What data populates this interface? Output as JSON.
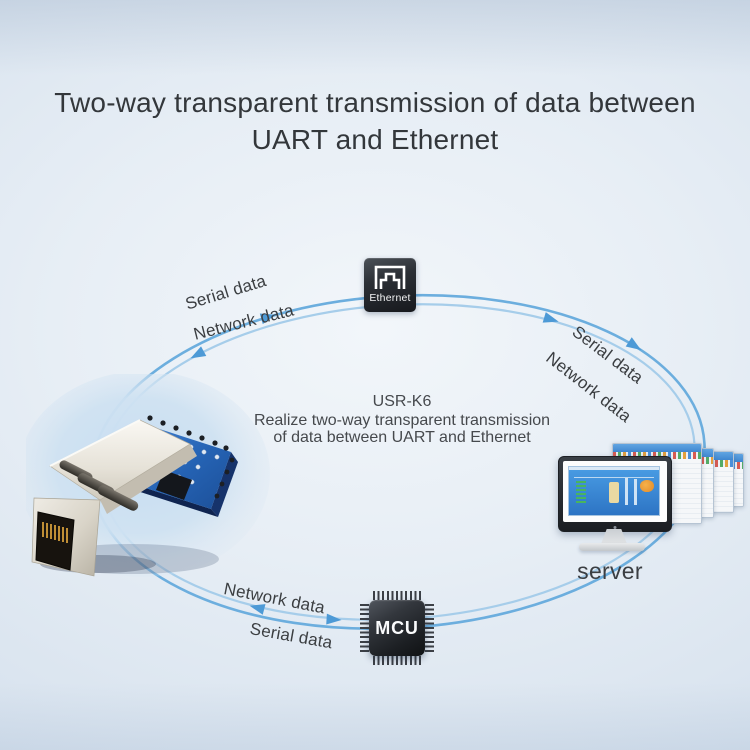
{
  "title": {
    "line1": "Two-way transparent transmission of data between",
    "line2": "UART and Ethernet"
  },
  "center_caption": {
    "model": "USR-K6",
    "line1": "Realize two-way transparent transmission",
    "line2": "of data between UART and Ethernet"
  },
  "nodes": {
    "ethernet": {
      "label": "Ethernet"
    },
    "mcu": {
      "label": "MCU"
    },
    "server": {
      "label": "server"
    },
    "module": {
      "description": "USR-K6 RJ45 module photo"
    }
  },
  "flow_labels": {
    "top_left_outer": "Serial data",
    "top_left_inner": "Network data",
    "top_right_outer": "Serial data",
    "top_right_inner": "Network data",
    "bottom_left_outer": "Network data",
    "bottom_left_inner": "Serial data"
  },
  "icons": [
    "rj45-port-icon",
    "mcu-chip-icon",
    "server-monitor-icon",
    "flow-arrow-icon"
  ],
  "colors": {
    "arc_primary": "#6caede",
    "arc_secondary": "#a6cdea",
    "arrow": "#4d9ad6",
    "icon_dark": "#1b1e22",
    "title_text": "#33373b",
    "label_text": "#3b3e41",
    "pcb_blue": "#2f6fc4"
  }
}
